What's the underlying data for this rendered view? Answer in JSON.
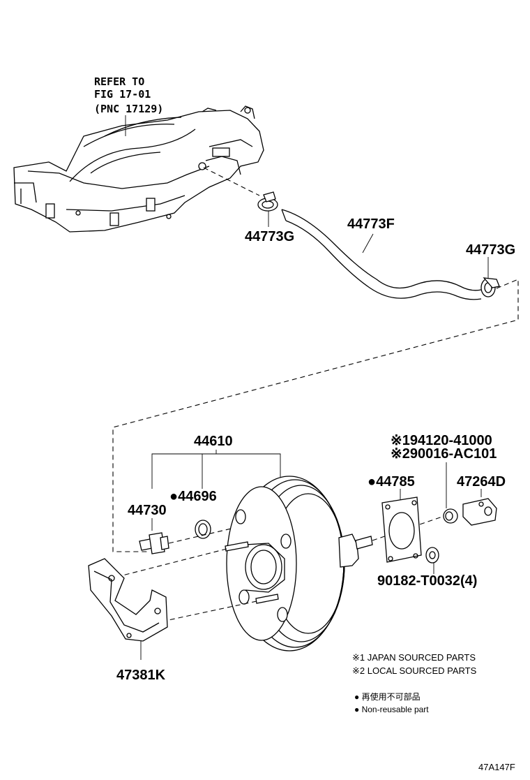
{
  "refer": {
    "line1": "REFER TO",
    "line2": "FIG 17-01",
    "line3": "(PNC 17129)"
  },
  "parts": {
    "clip_top": "44773G",
    "hose": "44773F",
    "clip_right": "44773G",
    "booster_assy": "44610",
    "check_valve": "44730",
    "grommet": "●44696",
    "gasket": "●44785",
    "nut_1": "※194120-41000",
    "nut_2": "※290016-AC101",
    "clevis": "47264D",
    "bolt": "90182-T0032(4)",
    "bracket": "47381K"
  },
  "legend": {
    "note1": "※1 JAPAN SOURCED PARTS",
    "note2": "※2 LOCAL SOURCED PARTS",
    "nonreusable_jp": "● 再使用不可部品",
    "nonreusable_en": "● Non-reusable part"
  },
  "figure_code": "47A147F"
}
